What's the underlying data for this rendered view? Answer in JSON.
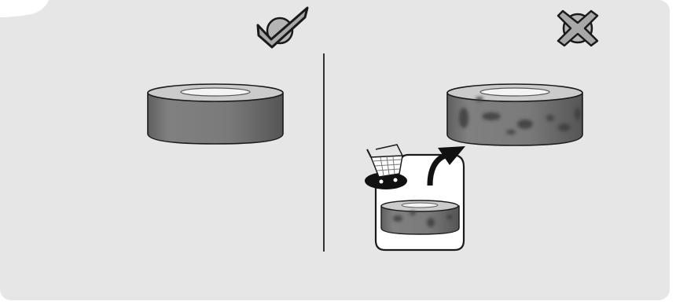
{
  "panel": {
    "background": "#e6e6e6",
    "divider_color": "#333333"
  },
  "left": {
    "verdict_icon": "checkmark-icon",
    "verdict": "correct",
    "item": "clean-roll"
  },
  "right": {
    "verdict_icon": "cross-icon",
    "verdict": "incorrect",
    "item": "dirty-roll",
    "inset_icons": [
      "shopping-cart-icon",
      "curved-arrow-icon"
    ]
  },
  "colors": {
    "roll_side": "#777777",
    "roll_top": "#c9c9c9",
    "roll_hole": "#f4f4f4",
    "stain": "#4a4a4a",
    "icon_fill": "#b8b8b8",
    "outline": "#1a1a1a"
  }
}
